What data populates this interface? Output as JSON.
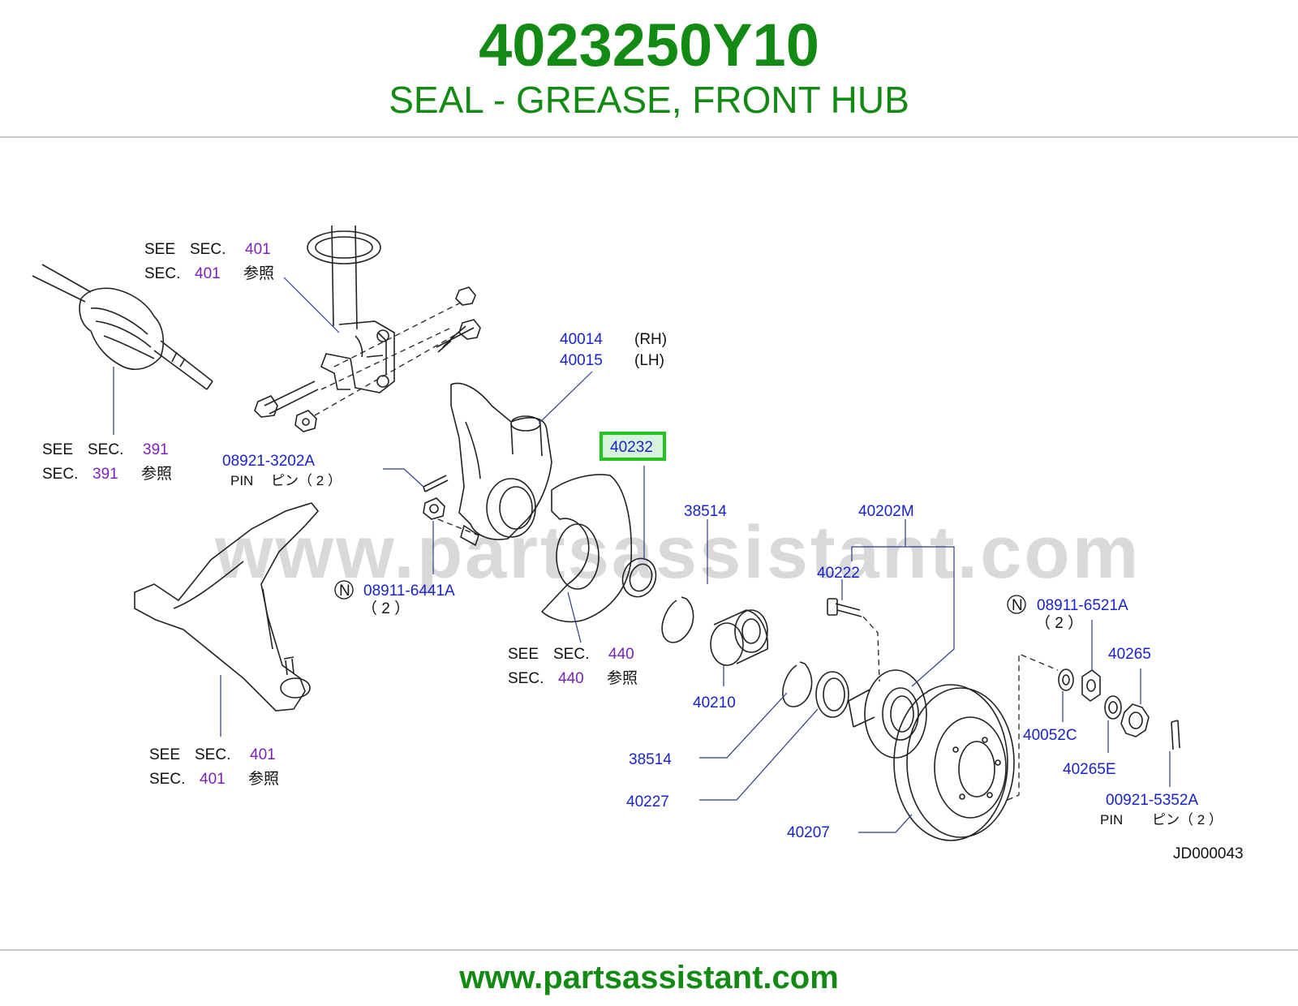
{
  "header": {
    "part_number": "4023250Y10",
    "description": "SEAL - GREASE, FRONT HUB"
  },
  "watermark": "www.partsassistant.com",
  "footer": {
    "url": "www.partsassistant.com"
  },
  "diagram_code": "JD000043",
  "colors": {
    "brand_green": "#138a13",
    "part_blue": "#1a23c8",
    "section_purple": "#7a22b8",
    "highlight": "#22c422"
  },
  "callouts": {
    "strut": {
      "l1_a": "SEE",
      "l1_b": "SEC.",
      "l1_n": "401",
      "l2_a": "SEC.",
      "l2_n": "401",
      "l2_b": "参照"
    },
    "driveshaft": {
      "l1_a": "SEE",
      "l1_b": "SEC.",
      "l1_n": "391",
      "l2_a": "SEC.",
      "l2_n": "391",
      "l2_b": "参照"
    },
    "lower_arm": {
      "l1_a": "SEE",
      "l1_b": "SEC.",
      "l1_n": "401",
      "l2_a": "SEC.",
      "l2_n": "401",
      "l2_b": "参照"
    },
    "brake": {
      "l1_a": "SEE",
      "l1_b": "SEC.",
      "l1_n": "440",
      "l2_a": "SEC.",
      "l2_n": "440",
      "l2_b": "参照"
    },
    "knuckle": {
      "rh_num": "40014",
      "rh_side": "(RH)",
      "lh_num": "40015",
      "lh_side": "(LH)"
    },
    "pin1": {
      "num": "08921-3202A",
      "l2_a": "PIN",
      "l2_b": "ピン（ 2 ）"
    },
    "nut1": {
      "badge": "N",
      "num": "08911-6441A",
      "qty": "（ 2 ）"
    },
    "nut2": {
      "badge": "N",
      "num": "08911-6521A",
      "qty": "（ 2 ）"
    },
    "pin2": {
      "num": "00921-5352A",
      "l2_a": "PIN",
      "l2_b": "ピン（ 2 ）"
    },
    "highlighted": "40232",
    "snap_ring_upper": "38514",
    "snap_ring_lower": "38514",
    "hub_assy": "40202M",
    "hub_bolt": "40222",
    "bearing": "40210",
    "seal_inner": "40227",
    "rotor": "40207",
    "washer": "40052C",
    "nut_cap": "40265",
    "nut_washer": "40265E"
  }
}
